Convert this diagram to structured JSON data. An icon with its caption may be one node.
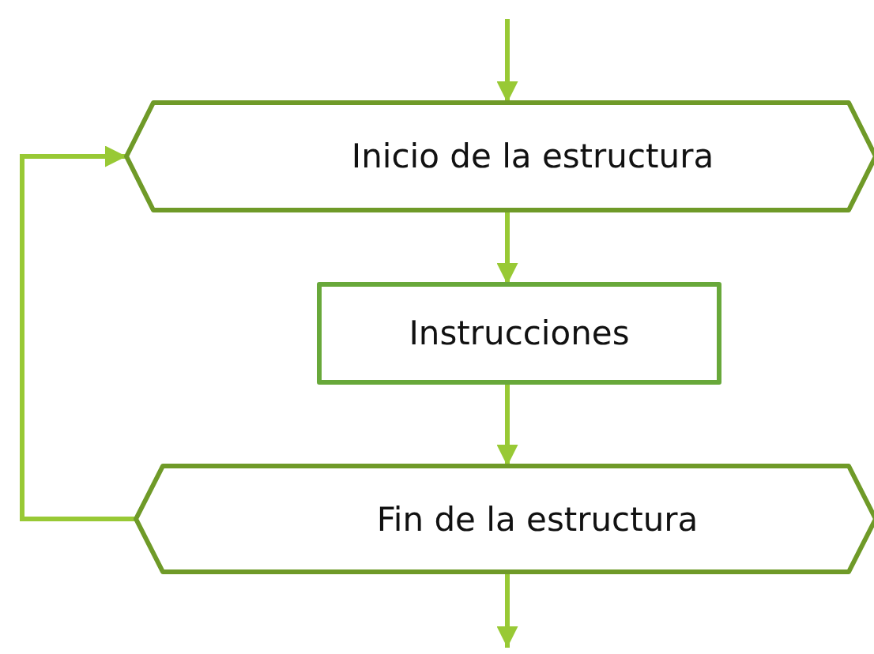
{
  "diagram": {
    "nodes": [
      {
        "text": [
          "Inicio de la estructura"
        ]
      },
      {
        "text": [
          "Instrucciones"
        ]
      },
      {
        "text": [
          "Fin de la estructura"
        ]
      }
    ],
    "edges": [
      {
        "from": null,
        "to": 0,
        "arrow": "to"
      },
      {
        "from": 0,
        "to": 1,
        "arrow": "to"
      },
      {
        "from": 1,
        "to": 2,
        "arrow": "to"
      },
      {
        "from": 2,
        "to": 0,
        "arrow": "to"
      },
      {
        "from": 2,
        "to": null,
        "arrow": "to"
      }
    ]
  }
}
